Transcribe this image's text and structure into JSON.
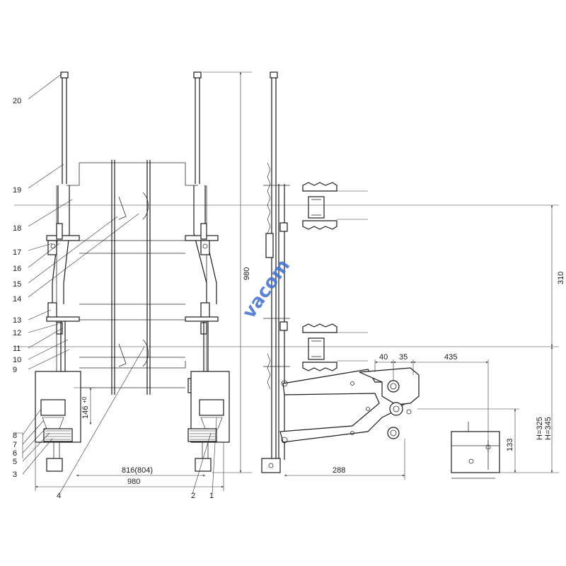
{
  "watermark": "vacom",
  "part_labels": [
    "1",
    "2",
    "3",
    "4",
    "5",
    "6",
    "7",
    "8",
    "9",
    "10",
    "11",
    "12",
    "13",
    "14",
    "15",
    "16",
    "17",
    "18",
    "19",
    "20"
  ],
  "dimensions": {
    "overall_width": "980",
    "rail_span": "816(804)",
    "height": "980",
    "offset_146": "146",
    "offset_146_tol": "+0",
    "link_40": "40",
    "link_35": "35",
    "link_435": "435",
    "link_288": "288",
    "link_310": "310",
    "link_133": "133",
    "h_325": "H=325",
    "h_345": "H=345"
  }
}
